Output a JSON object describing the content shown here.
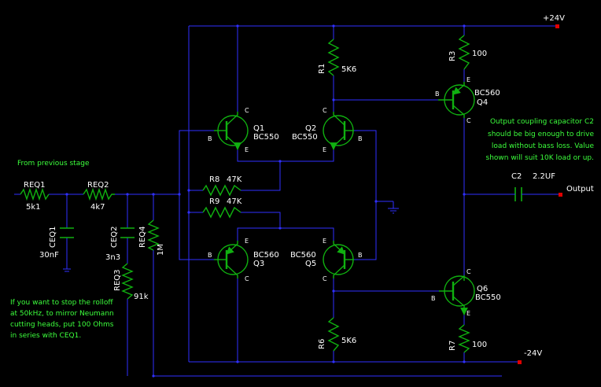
{
  "colors": {
    "background": "#000000",
    "wire": "#3030ff",
    "component": "#10b010",
    "label": "#ffffff",
    "note": "#3cff3c",
    "node": "#e00000"
  },
  "supply": {
    "positive": "+24V",
    "negative": "-24V"
  },
  "labels": {
    "from_previous": "From previous stage",
    "output": "Output"
  },
  "notes": {
    "rolloff": [
      "If you want to stop the rolloff",
      "at 50kHz, to mirror Neumann",
      "cutting heads, put 100 Ohms",
      "in series with CEQ1."
    ],
    "coupling": [
      "Output coupling capacitor C2",
      "should be big enough to drive",
      "load without bass loss. Value",
      "shown will suit 10K load or up."
    ]
  },
  "resistors": [
    {
      "ref": "REQ1",
      "value": "5k1"
    },
    {
      "ref": "REQ2",
      "value": "4k7"
    },
    {
      "ref": "REQ3",
      "value": "91k"
    },
    {
      "ref": "REQ4",
      "value": "1M"
    },
    {
      "ref": "R1",
      "value": "5K6"
    },
    {
      "ref": "R3",
      "value": "100"
    },
    {
      "ref": "R6",
      "value": "5K6"
    },
    {
      "ref": "R7",
      "value": "100"
    },
    {
      "ref": "R8",
      "value": "47K"
    },
    {
      "ref": "R9",
      "value": "47K"
    }
  ],
  "capacitors": [
    {
      "ref": "CEQ1",
      "value": "30nF"
    },
    {
      "ref": "CEQ2",
      "value": "3n3"
    },
    {
      "ref": "C2",
      "value": "2.2UF"
    }
  ],
  "transistors": [
    {
      "ref": "Q1",
      "part": "BC550"
    },
    {
      "ref": "Q2",
      "part": "BC550"
    },
    {
      "ref": "Q3",
      "part": "BC560"
    },
    {
      "ref": "Q4",
      "part": "BC560"
    },
    {
      "ref": "Q5",
      "part": "BC560"
    },
    {
      "ref": "Q6",
      "part": "BC550"
    }
  ],
  "pins": {
    "base": "B",
    "collector": "C",
    "emitter": "E"
  }
}
